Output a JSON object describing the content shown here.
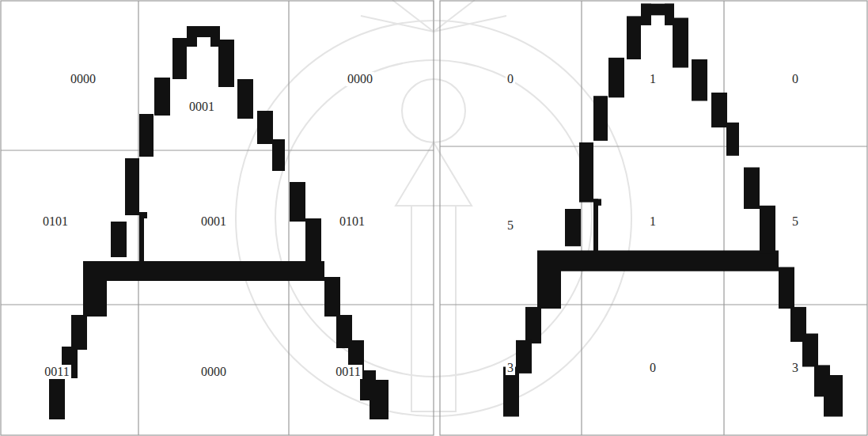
{
  "diagram": {
    "labels": [
      "0000",
      "0001",
      "0000",
      "0101",
      "0001",
      "0101",
      "0011",
      "0000",
      "0011",
      "0",
      "1",
      "0",
      "5",
      "1",
      "5",
      "3",
      "0",
      "3"
    ]
  }
}
